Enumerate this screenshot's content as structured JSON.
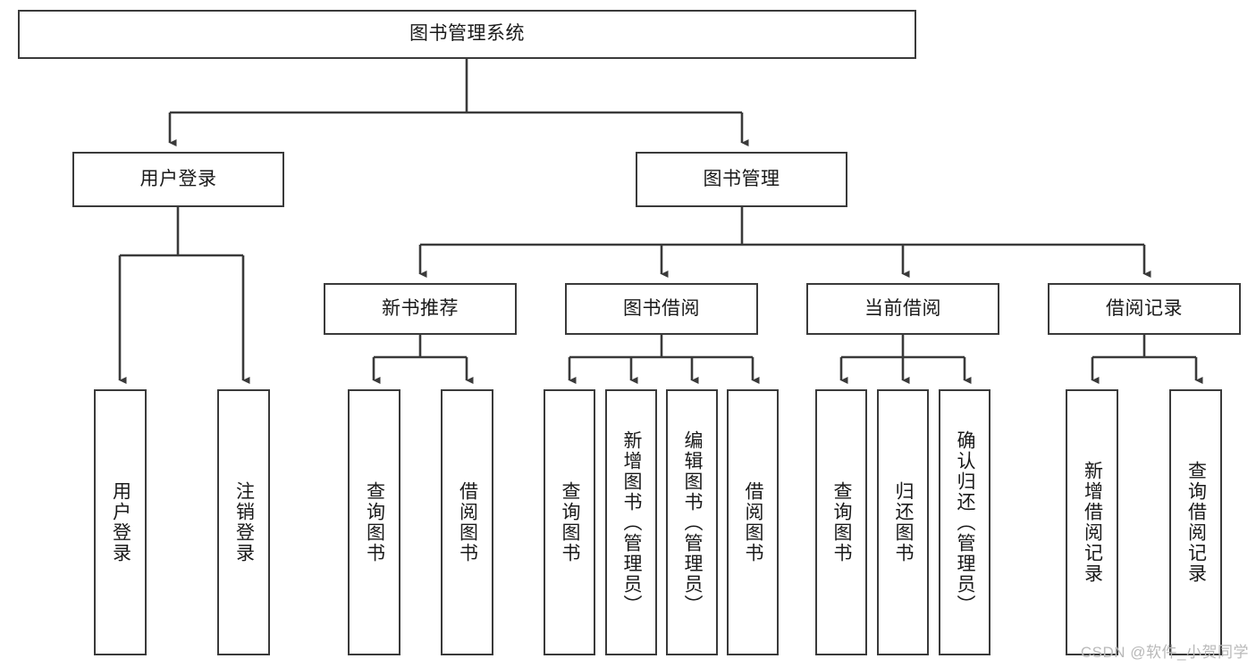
{
  "diagram": {
    "title": "图书管理系统",
    "watermark": "CSDN @软件_小贺同学",
    "stroke_color": "#3a3a3a",
    "background_color": "#ffffff",
    "text_color": "#1a1a1a",
    "watermark_color": "#b9b9b9",
    "root": {
      "label": "图书管理系统"
    },
    "level1": [
      {
        "label": "用户登录"
      },
      {
        "label": "图书管理"
      }
    ],
    "level2": [
      {
        "label": "新书推荐"
      },
      {
        "label": "图书借阅"
      },
      {
        "label": "当前借阅"
      },
      {
        "label": "借阅记录"
      }
    ],
    "leaves": {
      "user_login": [
        {
          "label": "用户登录"
        },
        {
          "label": "注销登录"
        }
      ],
      "new_book_recommend": [
        {
          "label": "查询图书"
        },
        {
          "label": "借阅图书"
        }
      ],
      "book_borrow": [
        {
          "label": "查询图书"
        },
        {
          "label": "新增图书（管理员）"
        },
        {
          "label": "编辑图书（管理员）"
        },
        {
          "label": "借阅图书"
        }
      ],
      "current_borrow": [
        {
          "label": "查询图书"
        },
        {
          "label": "归还图书"
        },
        {
          "label": "确认归还（管理员）"
        }
      ],
      "borrow_record": [
        {
          "label": "新增借阅记录"
        },
        {
          "label": "查询借阅记录"
        }
      ]
    }
  }
}
